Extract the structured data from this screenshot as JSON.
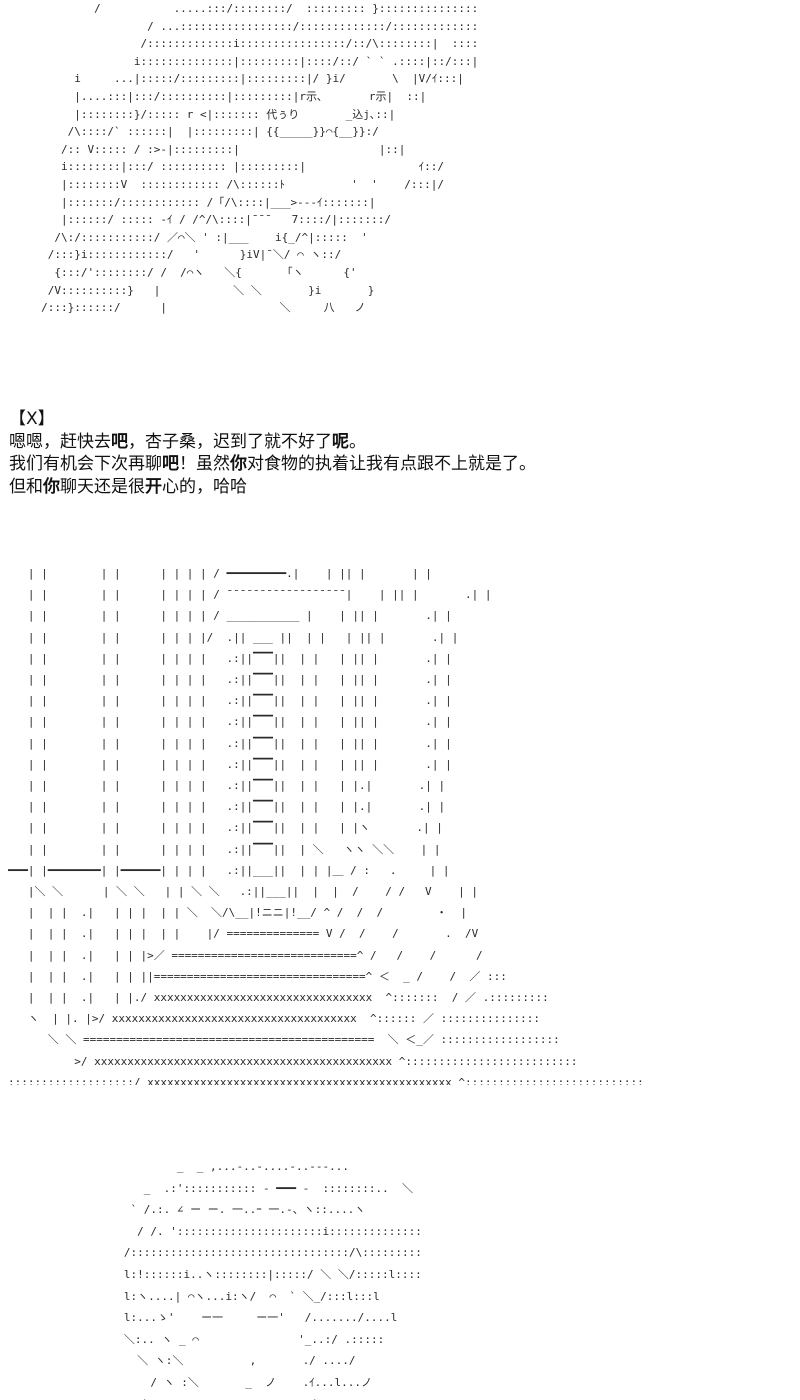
{
  "art": {
    "top_figure": "             /           .....:::/::::::::/  ::::::::: }::::::::::::::::\n                     / ...:::::::::::::::::/:::::::::::::/:::::::::::::::}:::\n                    /:::::::::::::i::::::::::::::::/::/\\::::::::|  ::::::i\n                   i::::::::::::::|:::::::::|::::/::/ ` ` .::::|::/:::|\n          i     ...|:::::/:::::::::|:::::::::|/ }i/       \\  |V/ｲ:::|\n          |....:::|:::/::::::::::|:::::::::|r示､       r示|  ::|\n          |::::::::}/::::: r <|::::::: 代ぅり       _込j､::|\n         /\\::::/` ::::::|  |:::::::::| {{_____}}⌒{__}}:/\n        /:: V::::: / :>-|:::::::::|                     |::|\n        i::::::::|:::/ :::::::::: |:::::::::|                 ｲ::/\n        |::::::::V  :::::::::::: /\\::::::ﾄ          '  '    /:::|/\n        |:::::::/:::::::::::: /「/\\::::|___>---ｲ:::::::|\n        |::::::/ ::::: -ｲ / /^/\\::::|¯¯¯   7::::/|:::::::/\n       /\\:/:::::::::::/ ／⌒＼ ' :|___    i{_/^|:::::  '\n      /:::}i::::::::::::/   '      }iV|¯＼/ ⌒ ヽ::/\n       {:::/'::::::::/ /  /⌒ヽ   ＼{      「ヽ      {'\n      /V::::::::::}   |           ＼ ＼       }i       }\n     /:::}::::::/      |                 ＼     八   ノ",
    "room": "   | |        | |      | | | | / ━━━━━━━━━.|    | || |       | |\n   | |        | |      | | | | / ¯¯¯¯¯¯¯¯¯¯¯¯¯¯¯¯¯¯|    | || |       .| |\n   | |        | |      | | | | / ___________ |    | || |       .| |\n   | |        | |      | | | |/  .|| ___ ||  | |   | || |       .| |\n   | |        | |      | | | |   .:||▔▔▔||  | |   | || |       .| |\n   | |        | |      | | | |   .:||▔▔▔||  | |   | || |       .| |\n   | |        | |      | | | |   .:||▔▔▔||  | |   | || |       .| |\n   | |        | |      | | | |   .:||▔▔▔||  | |   | || |       .| |\n   | |        | |      | | | |   .:||▔▔▔||  | |   | || |       .| |\n   | |        | |      | | | |   .:||▔▔▔||  | |   | || |       .| |\n   | |        | |      | | | |   .:||▔▔▔||  | |   | |.|       .| |\n   | |        | |      | | | |   .:||▔▔▔||  | |   | |.|       .| |\n   | |        | |      | | | |   .:||▔▔▔||  | |   | |ヽ       .| |\n   | |        | |      | | | |   .:||▔▔▔||  | ＼   ヽヽ ＼＼    | |\n━━━| |━━━━━━━━| |━━━━━━| | | |   .:||___||  | | |＿ / :   .     | |\n   |＼ ＼      | ＼ ＼   | | ＼ ＼   .:||___||  |  |  /    / /   V    | |\n   |  | |  .|   | | |  | | ＼  ＼/\\__|!ニニ|!__/ ^ /  /  /        ・  |\n   |  | |  .|   | | |  | |    |/ ============== V /  /    /       .  /V\n   |  | |  .|   | | |>／ ============================^ /   /    /      /\n   |  | |  .|   | | ||================================^ ＜  _ /    /  ／ :::\n   |  | |  .|   | |./ xxxxxxxxxxxxxxxxxxxxxxxxxxxxxxxxx  ^:::::::  / ／ .:::::::::\n   ヽ  | |. |>/ xxxxxxxxxxxxxxxxxxxxxxxxxxxxxxxxxxxxx  ^:::::: ／ :::::::::::::::\n      ＼ ＼ ============================================  ＼ ＜_／ ::::::::::::::::::\n          >/ xxxxxxxxxxxxxxxxxxxxxxxxxxxxxxxxxxxxxxxxxxxxx ^::::::::::::::::::::::::::\n:::::::::::::::::::/ xxxxxxxxxxxxxxxxxxxxxxxxxxxxxxxxxxxxxxxxxxxxxx ^:::::::::::::::::::::::::::",
    "face": "           _  _ ,...-..-....-..---...\n      _  .:'::::::::::: - ━━━ -  ::::::::..  ＼\n    ` /.:. ∠ ー ー. 一..ｰ 一.-、ヽ::....ヽ\n     / /. '::::::::::::::::::::::i::::::::::::::::::::::::::: ..  ヽ\n   /:::::::::::::::::::::::::::::::::/\\::::::::::.ヽ::::::::::.\n   l:!::::::i..ヽ::::::::|:::::/ ＼ ＼/:::::l::::|:...i\n   l:ヽ....| ⌒ヽ...i:ヽ/  ⌒  ` ＼_/:::l:::l\n   l:...ゝ'    ー一     ー一'   /......./....l\n   ＼:.. ヽ _ ⌒               '_..:/ .:::::\n     ＼ ヽ:＼          ,       ./ ..../\n       / ヽ :＼       _  ノ    .ｲ...l...ノ\n      ＼ ::l....ヽ     __      ／ .:/ル'"
  },
  "dialogue": {
    "speaker": "【X】",
    "line1": {
      "a": "嗯嗯，赶快去",
      "b": "吧",
      "c": "，杏子桑，迟到了就不好了",
      "d": "呢",
      "e": "。"
    },
    "line2": {
      "a": "我们有机会下次再聊",
      "b": "吧",
      "c": "！虽然",
      "d": "你",
      "e": "对食物的执着让我有点跟不上就是了。"
    },
    "line3": {
      "a": "但和",
      "b": "你",
      "c": "聊天还是很",
      "d": "开",
      "e": "心的，哈哈"
    }
  }
}
